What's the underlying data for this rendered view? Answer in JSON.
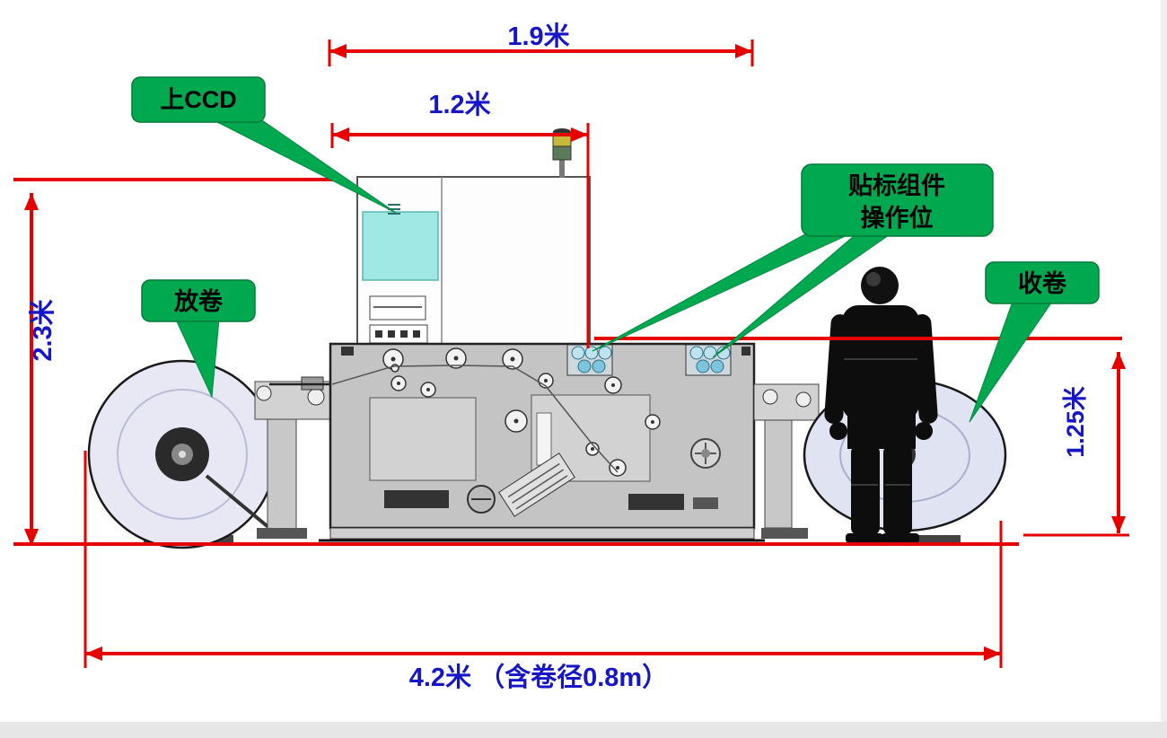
{
  "diagram": {
    "title": "labeling-machine-footprint-diagram",
    "dims": {
      "top_width": "1.9米",
      "inner_width": "1.2米",
      "left_height": "2.3米",
      "right_height": "1.25米",
      "bottom_width": "4.2米 （含卷径0.8m）"
    },
    "callouts": {
      "top_ccd": "上CCD",
      "unwind": "放卷",
      "label_module_line1": "贴标组件",
      "label_module_line2": "操作位",
      "rewind": "收卷"
    },
    "colors": {
      "dimension_red": "#e60000",
      "label_blue": "#1616c8",
      "callout_green": "#00a94f",
      "machine_gray": "#c4c4c4",
      "screen_cyan": "#9fe8e4",
      "roll_lavender": "#dfe3f2"
    }
  }
}
